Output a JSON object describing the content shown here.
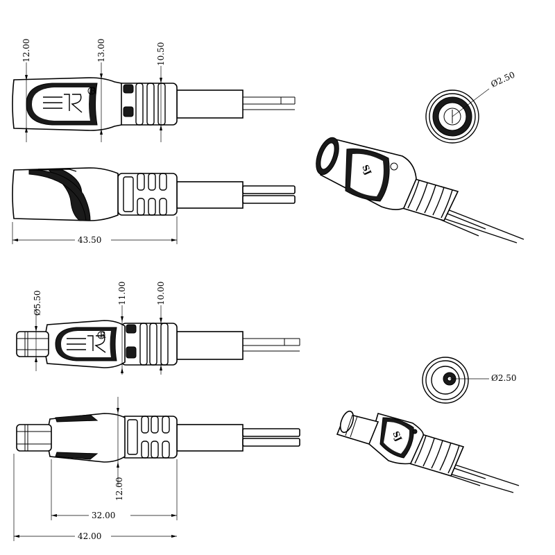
{
  "dimensions": {
    "female_top_left_height": "12.00",
    "female_top_mid_height": "13.00",
    "female_top_right_height": "10.50",
    "female_length": "43.50",
    "female_end_diameter": "Ø2.50",
    "male_tip_diameter": "Ø5.50",
    "male_mid_height": "11.00",
    "male_right_height": "10.00",
    "male_side_height": "12.00",
    "male_body_length": "32.00",
    "male_total_length": "42.00",
    "male_end_diameter": "Ø2.50"
  },
  "logo": {
    "brand_mark": "SJ",
    "registered": "R"
  },
  "colors": {
    "line": "#000000",
    "background": "#ffffff",
    "fill_dark": "#1a1a1a"
  }
}
